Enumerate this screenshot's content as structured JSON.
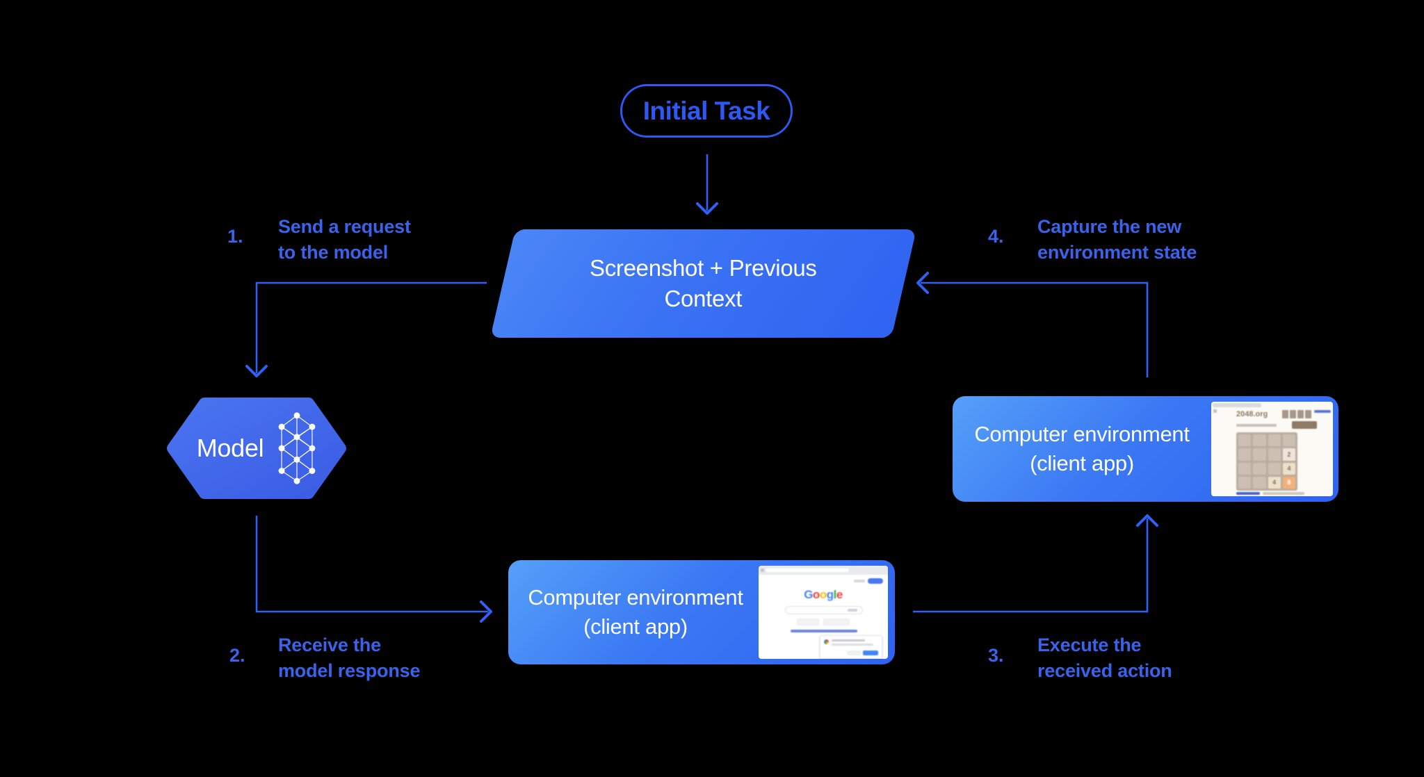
{
  "canvas": {
    "background": "#000000"
  },
  "title_pill": {
    "label": "Initial Task"
  },
  "parallelogram": {
    "line1": "Screenshot + Previous",
    "line2": "Context"
  },
  "model_node": {
    "label": "Model",
    "icon": "neural-network-icon"
  },
  "env_bottom": {
    "line1": "Computer environment",
    "line2": "(client app)"
  },
  "env_right": {
    "line1": "Computer environment",
    "line2": "(client app)"
  },
  "steps": {
    "s1": {
      "num": "1.",
      "line1": "Send a request",
      "line2": "to the model"
    },
    "s2": {
      "num": "2.",
      "line1": "Receive the",
      "line2": "model response"
    },
    "s3": {
      "num": "3.",
      "line1": "Execute the",
      "line2": "received action"
    },
    "s4": {
      "num": "4.",
      "line1": "Capture the new",
      "line2": "environment state"
    }
  },
  "mini_2048": {
    "site": "2048.org",
    "tiles": {
      "t2": "2",
      "t4a": "4",
      "t4b": "4",
      "t8": "8"
    }
  },
  "mini_google": {
    "letters": [
      "G",
      "o",
      "o",
      "g",
      "l",
      "e"
    ]
  },
  "colors": {
    "arrow_blue": "#2f62f4",
    "label_blue": "#3a63ea",
    "pill_blue": "#2d58f4",
    "shape_gradient_from": "#55a0f8",
    "shape_gradient_to": "#2d63f1",
    "tile_2": "#eee4da",
    "tile_4": "#ede0c8",
    "tile_8": "#f2b179",
    "google_blue": "#4285F4",
    "google_red": "#EA4335",
    "google_yellow": "#FBBC05",
    "google_green": "#34A853"
  }
}
